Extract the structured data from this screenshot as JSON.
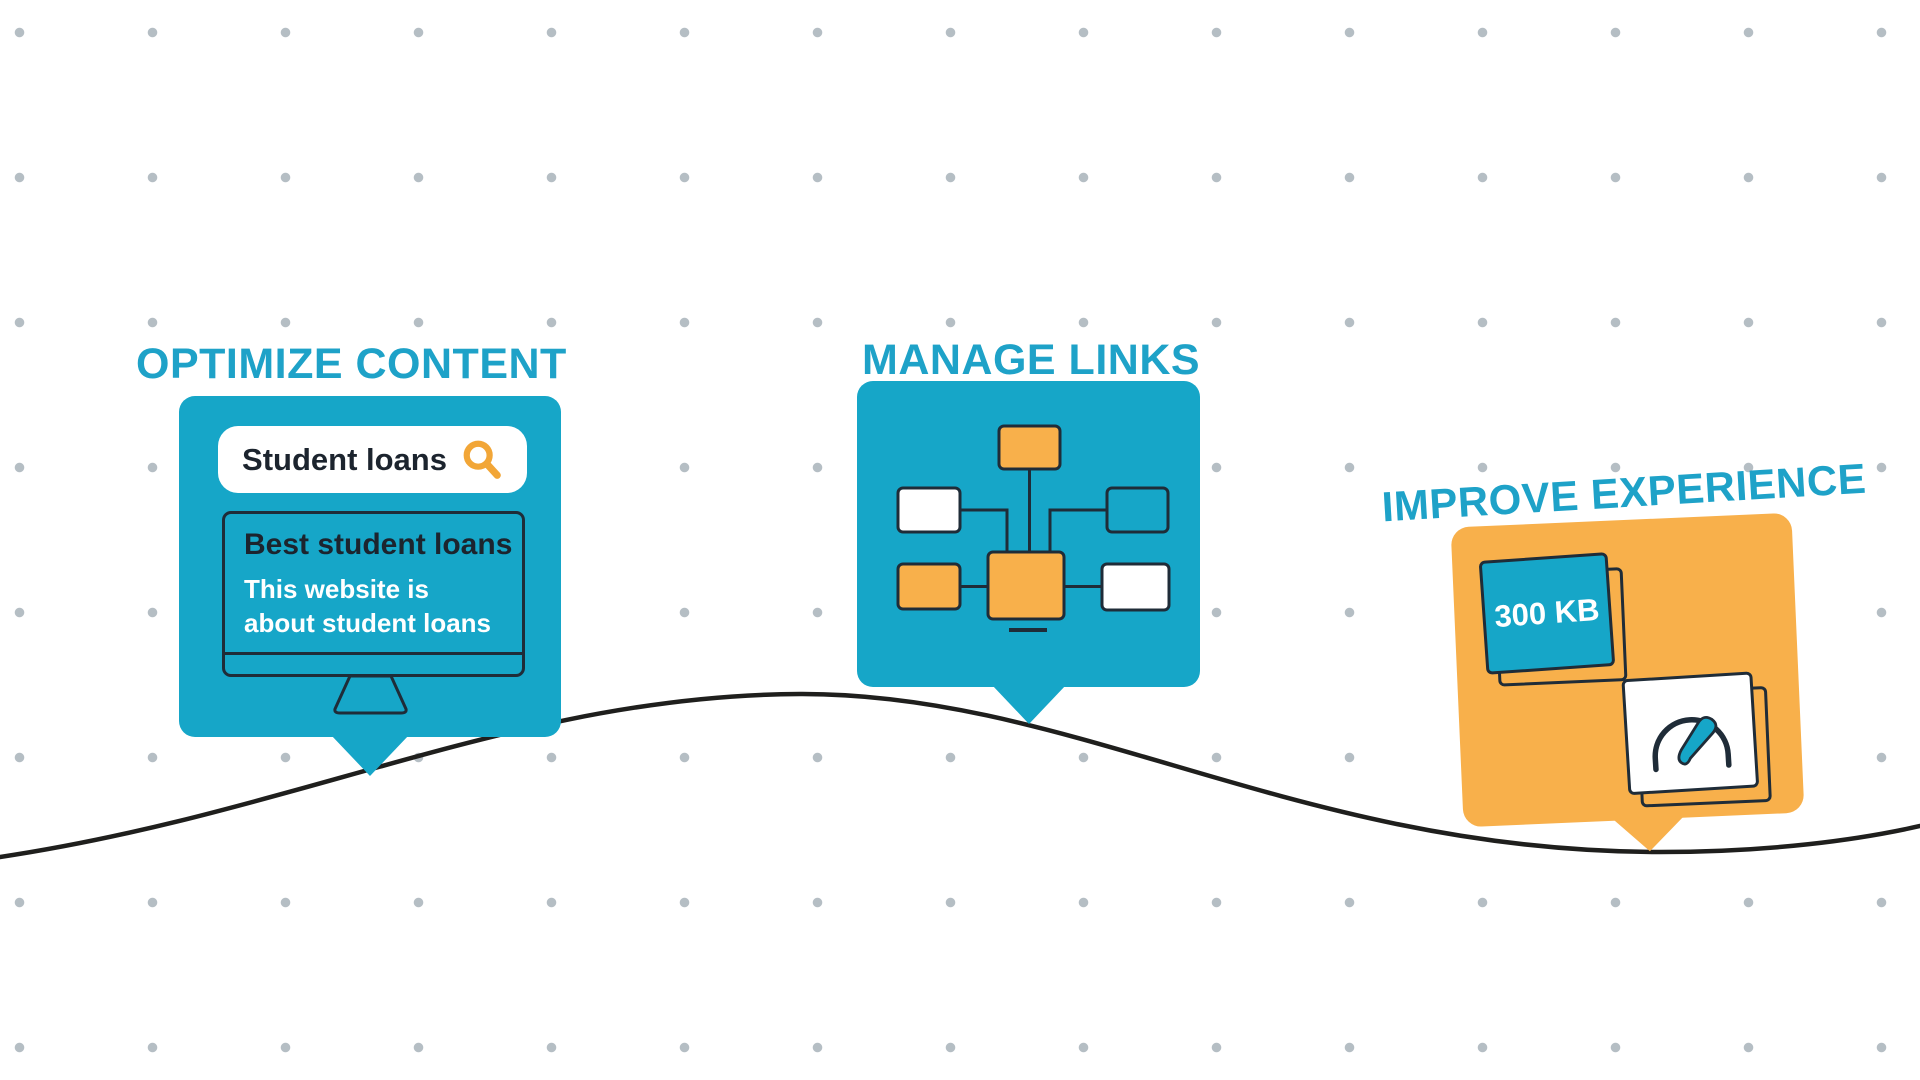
{
  "colors": {
    "teal": "#16a6c8",
    "title": "#1ea2c8",
    "orange": "#f8b04b",
    "orange_icon": "#f2a637",
    "ink": "#1f2c38",
    "wave": "#1f1f1d",
    "dot": "#b5bec4",
    "text_dark": "#1c242e",
    "white": "#ffffff"
  },
  "sections": [
    {
      "title": "OPTIMIZE CONTENT",
      "search": {
        "query": "Student loans",
        "icon": "search-icon"
      },
      "result": {
        "title": "Best student loans",
        "description": "This website is about student loans"
      }
    },
    {
      "title": "MANAGE LINKS",
      "icon": "sitemap-diagram"
    },
    {
      "title": "IMPROVE EXPERIENCE",
      "page_size": "300 KB",
      "icon": "speedometer-icon"
    }
  ]
}
